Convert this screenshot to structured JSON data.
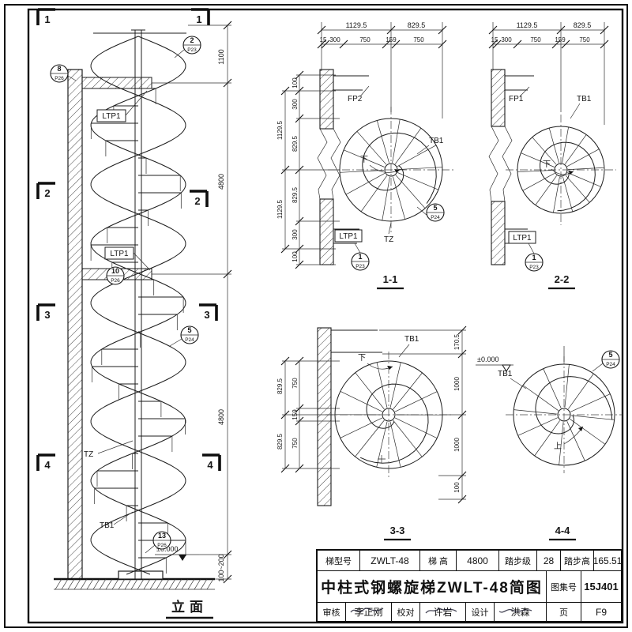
{
  "elevation": {
    "section_marks": {
      "m1": "1",
      "m2": "2",
      "m3": "3",
      "m4": "4"
    },
    "callouts": {
      "c8": {
        "num": "8",
        "page": "P26"
      },
      "c2": {
        "num": "2",
        "page": "P23"
      },
      "c10": {
        "num": "10",
        "page": "P26"
      },
      "c5": {
        "num": "5",
        "page": "P24"
      },
      "c13": {
        "num": "13",
        "page": "P26"
      }
    },
    "labels": {
      "ltp1": "LTP1",
      "tz": "TZ",
      "tb1": "TB1",
      "level": "±0.000"
    },
    "dims": {
      "d1": "1100",
      "d2": "4800",
      "d3": "4800",
      "d4": "100~200"
    },
    "title": "立面"
  },
  "plan11": {
    "title": "1-1",
    "top1": [
      "1129.5",
      "829.5"
    ],
    "top2": [
      "15",
      "300",
      "750",
      "159",
      "750"
    ],
    "left_outer": [
      "1129.5",
      "1129.5"
    ],
    "left_inner": [
      "100",
      "300",
      "829.5",
      "829.5",
      "300",
      "100"
    ],
    "labels": {
      "fp": "FP2",
      "tb": "TB1",
      "down": "下",
      "ltp": "LTP1",
      "tz": "TZ"
    },
    "c5": {
      "num": "5",
      "page": "P24"
    },
    "c1": {
      "num": "1",
      "page": "P23"
    }
  },
  "plan22": {
    "title": "2-2",
    "top1": [
      "1129.5",
      "829.5"
    ],
    "top2": [
      "15",
      "300",
      "750",
      "159",
      "750"
    ],
    "labels": {
      "fp": "FP1",
      "tb": "TB1",
      "down": "下",
      "ltp": "LTP1"
    },
    "c1": {
      "num": "1",
      "page": "P23"
    }
  },
  "plan33": {
    "title": "3-3",
    "left_outer": [
      "829.5",
      "829.5"
    ],
    "left_inner": [
      "750",
      "159",
      "750"
    ],
    "right": [
      "170.5",
      "1000",
      "1000",
      "100"
    ],
    "labels": {
      "tb": "TB1",
      "down": "下"
    }
  },
  "plan44": {
    "title": "4-4",
    "labels": {
      "tb": "TB1",
      "up": "上",
      "level": "±0.000"
    },
    "c5": {
      "num": "5",
      "page": "P24"
    }
  },
  "title_block": {
    "row1": [
      {
        "label": "梯型号",
        "value": "ZWLT-48"
      },
      {
        "label": "梯 高",
        "value": "4800"
      },
      {
        "label": "踏步级",
        "value": "28"
      },
      {
        "label": "踏步高",
        "value": "165.51"
      }
    ],
    "main_title": "中柱式钢螺旋梯ZWLT-48简图",
    "atlas_label": "图集号",
    "atlas_value": "15J401",
    "page_label": "页",
    "page_value": "F9",
    "row3": [
      {
        "label": "审核",
        "value": "李正刚"
      },
      {
        "label": "校对",
        "value": "许岩"
      },
      {
        "label": "设计",
        "value": "洪森"
      }
    ]
  }
}
